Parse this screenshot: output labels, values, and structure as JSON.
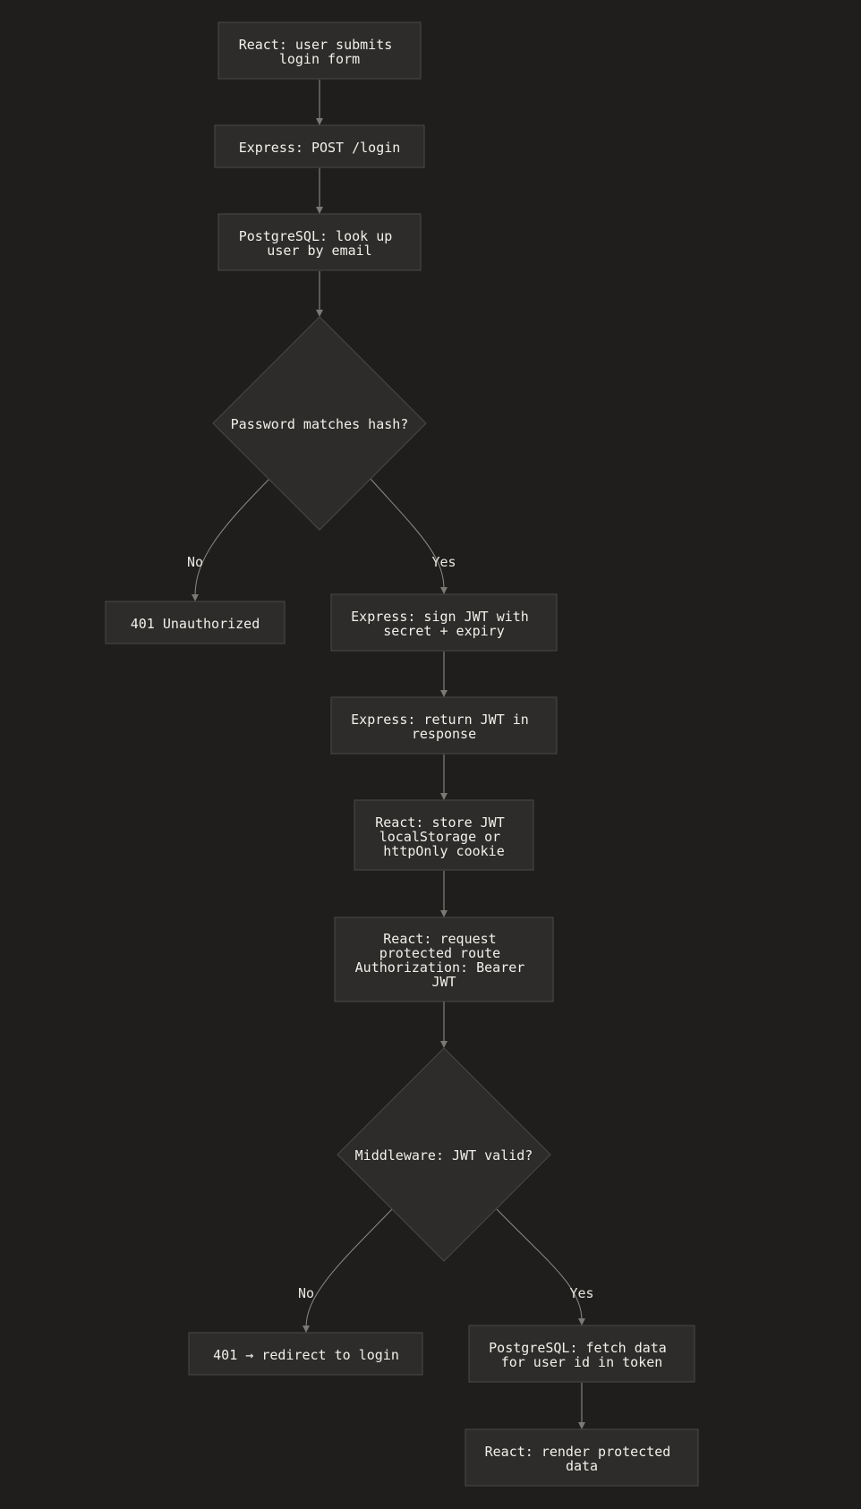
{
  "nodes": {
    "react_submit": [
      "React: user submits",
      "login form"
    ],
    "express_post": [
      "Express: POST /login"
    ],
    "pg_lookup": [
      "PostgreSQL: look up",
      "user by email"
    ],
    "password_check": [
      "Password matches hash?"
    ],
    "unauthorized": [
      "401 Unauthorized"
    ],
    "sign_jwt": [
      "Express: sign JWT with",
      "secret + expiry"
    ],
    "return_jwt": [
      "Express: return JWT in",
      "response"
    ],
    "store_jwt": [
      "React: store JWT",
      "localStorage or",
      "httpOnly cookie"
    ],
    "request_route": [
      "React: request",
      "protected route",
      "Authorization: Bearer",
      "JWT"
    ],
    "jwt_check": [
      "Middleware: JWT valid?"
    ],
    "redirect_login": [
      "401 → redirect to login"
    ],
    "fetch_data": [
      "PostgreSQL: fetch data",
      "for user id in token"
    ],
    "render_data": [
      "React: render protected",
      "data"
    ]
  },
  "edge_labels": {
    "password_no": "No",
    "password_yes": "Yes",
    "jwt_no": "No",
    "jwt_yes": "Yes"
  },
  "colors": {
    "background": "#1f1e1d",
    "node_fill": "#2d2c2b",
    "node_stroke": "#4a4947",
    "text": "#f2f0ea",
    "edge": "#7a7976"
  }
}
